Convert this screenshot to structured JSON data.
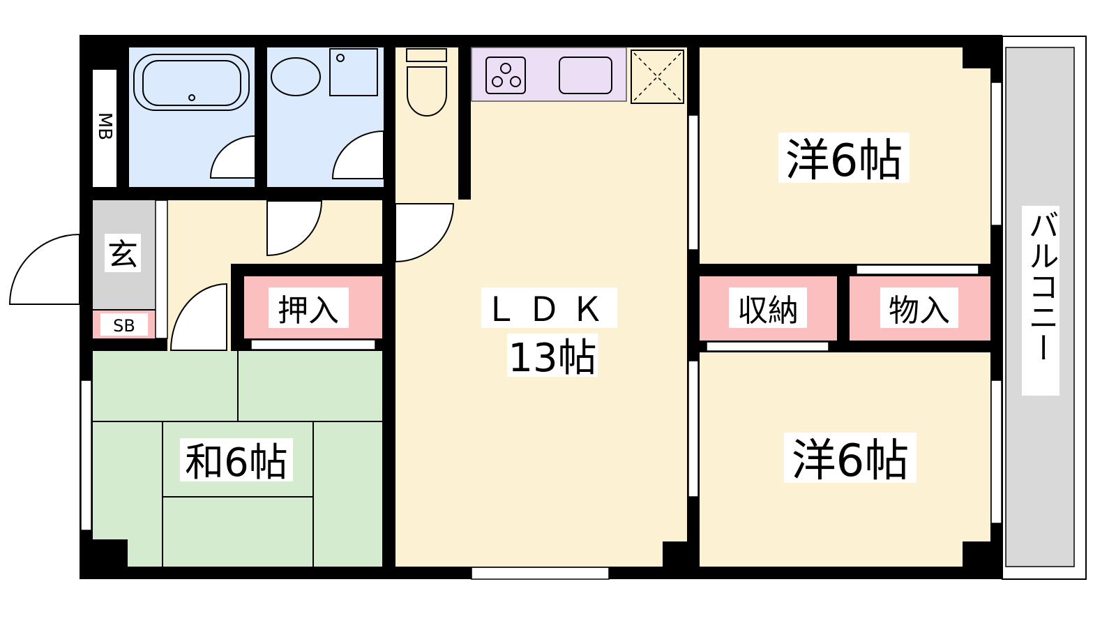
{
  "rooms": {
    "mb": "MB",
    "genkan": "玄",
    "sb": "SB",
    "oshiire": "押入",
    "ldk_name": "ＬＤＫ",
    "ldk_size": "13帖",
    "western_top": "洋6帖",
    "western_bottom": "洋6帖",
    "japanese": "和6帖",
    "shuno": "収納",
    "monoire": "物入",
    "balcony": "バルコニー"
  },
  "colors": {
    "wet_area": "#dbeafc",
    "living": "#fdf1d3",
    "tatami": "#d4ebcf",
    "storage": "#fcbfbf",
    "genkan": "#d4d4d4",
    "kitchen": "#ecdff5",
    "balcony": "#d9d9d9",
    "wall": "#000000"
  }
}
